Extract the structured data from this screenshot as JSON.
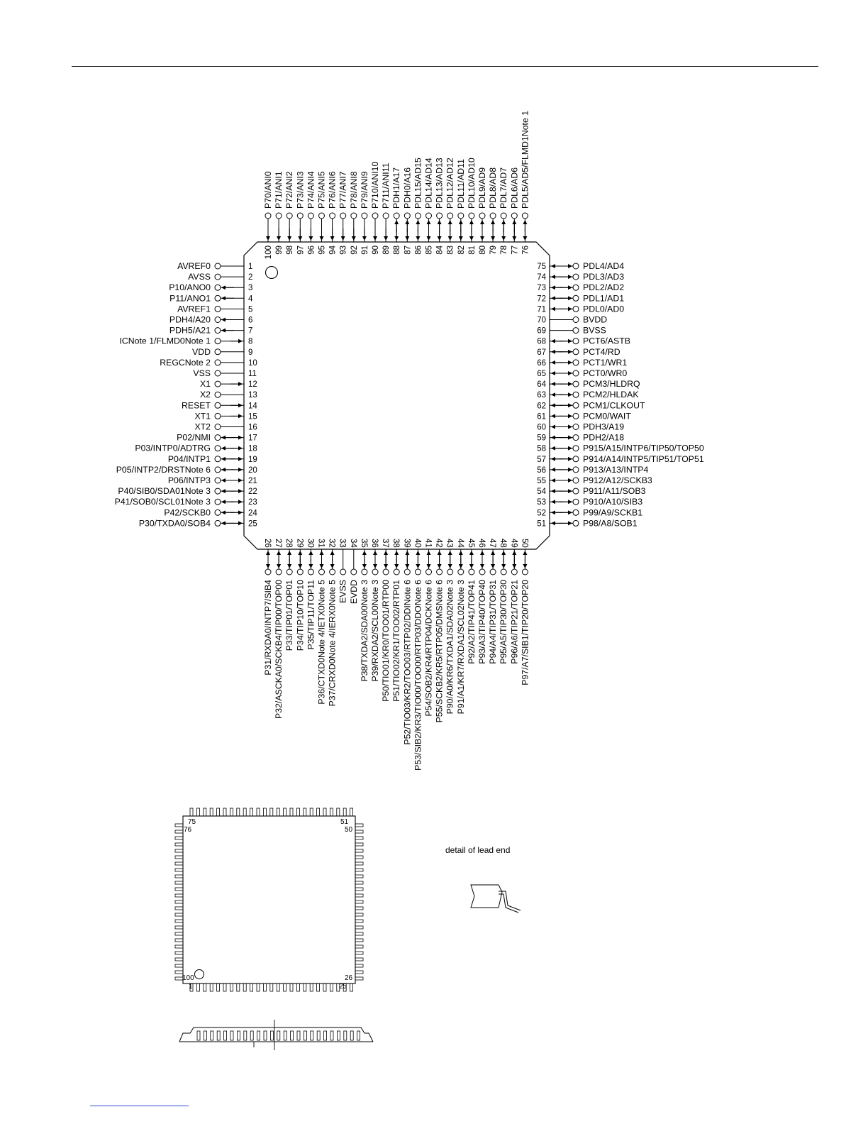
{
  "pinout": {
    "left": [
      {
        "num": "1",
        "label": "AVREF0",
        "dir": "none"
      },
      {
        "num": "2",
        "label": "AVSS",
        "dir": "none"
      },
      {
        "num": "3",
        "label": "P10/ANO0",
        "dir": "out"
      },
      {
        "num": "4",
        "label": "P11/ANO1",
        "dir": "out"
      },
      {
        "num": "5",
        "label": "AVREF1",
        "dir": "none"
      },
      {
        "num": "6",
        "label": "PDH4/A20",
        "dir": "out"
      },
      {
        "num": "7",
        "label": "PDH5/A21",
        "dir": "out"
      },
      {
        "num": "8",
        "label": "ICNote 1/FLMD0Note 1",
        "dir": "in"
      },
      {
        "num": "9",
        "label": "VDD",
        "dir": "none"
      },
      {
        "num": "10",
        "label": "REGCNote 2",
        "dir": "none"
      },
      {
        "num": "11",
        "label": "VSS",
        "dir": "none"
      },
      {
        "num": "12",
        "label": "X1",
        "dir": "in"
      },
      {
        "num": "13",
        "label": "X2",
        "dir": "none"
      },
      {
        "num": "14",
        "label": "RESET",
        "dir": "in"
      },
      {
        "num": "15",
        "label": "XT1",
        "dir": "in"
      },
      {
        "num": "16",
        "label": "XT2",
        "dir": "none"
      },
      {
        "num": "17",
        "label": "P02/NMI",
        "dir": "bi"
      },
      {
        "num": "18",
        "label": "P03/INTP0/ADTRG",
        "dir": "bi"
      },
      {
        "num": "19",
        "label": "P04/INTP1",
        "dir": "bi"
      },
      {
        "num": "20",
        "label": "P05/INTP2/DRSTNote 6",
        "dir": "bi"
      },
      {
        "num": "21",
        "label": "P06/INTP3",
        "dir": "bi"
      },
      {
        "num": "22",
        "label": "P40/SIB0/SDA01Note 3",
        "dir": "bi"
      },
      {
        "num": "23",
        "label": "P41/SOB0/SCL01Note 3",
        "dir": "bi"
      },
      {
        "num": "24",
        "label": "P42/SCKB0",
        "dir": "bi"
      },
      {
        "num": "25",
        "label": "P30/TXDA0/SOB4",
        "dir": "bi"
      }
    ],
    "right": [
      {
        "num": "75",
        "label": "PDL4/AD4",
        "dir": "bi"
      },
      {
        "num": "74",
        "label": "PDL3/AD3",
        "dir": "bi"
      },
      {
        "num": "73",
        "label": "PDL2/AD2",
        "dir": "bi"
      },
      {
        "num": "72",
        "label": "PDL1/AD1",
        "dir": "bi"
      },
      {
        "num": "71",
        "label": "PDL0/AD0",
        "dir": "bi"
      },
      {
        "num": "70",
        "label": "BVDD",
        "dir": "none"
      },
      {
        "num": "69",
        "label": "BVSS",
        "dir": "none"
      },
      {
        "num": "68",
        "label": "PCT6/ASTB",
        "dir": "bi"
      },
      {
        "num": "67",
        "label": "PCT4/RD",
        "dir": "bi"
      },
      {
        "num": "66",
        "label": "PCT1/WR1",
        "dir": "bi"
      },
      {
        "num": "65",
        "label": "PCT0/WR0",
        "dir": "bi"
      },
      {
        "num": "64",
        "label": "PCM3/HLDRQ",
        "dir": "bi"
      },
      {
        "num": "63",
        "label": "PCM2/HLDAK",
        "dir": "bi"
      },
      {
        "num": "62",
        "label": "PCM1/CLKOUT",
        "dir": "bi"
      },
      {
        "num": "61",
        "label": "PCM0/WAIT",
        "dir": "bi"
      },
      {
        "num": "60",
        "label": "PDH3/A19",
        "dir": "bi"
      },
      {
        "num": "59",
        "label": "PDH2/A18",
        "dir": "bi"
      },
      {
        "num": "58",
        "label": "P915/A15/INTP6/TIP50/TOP50",
        "dir": "bi"
      },
      {
        "num": "57",
        "label": "P914/A14/INTP5/TIP51/TOP51",
        "dir": "bi"
      },
      {
        "num": "56",
        "label": "P913/A13/INTP4",
        "dir": "bi"
      },
      {
        "num": "55",
        "label": "P912/A12/SCKB3",
        "dir": "bi"
      },
      {
        "num": "54",
        "label": "P911/A11/SOB3",
        "dir": "bi"
      },
      {
        "num": "53",
        "label": "P910/A10/SIB3",
        "dir": "bi"
      },
      {
        "num": "52",
        "label": "P99/A9/SCKB1",
        "dir": "bi"
      },
      {
        "num": "51",
        "label": "P98/A8/SOB1",
        "dir": "bi"
      }
    ],
    "top": [
      {
        "num": "100",
        "label": "P70/ANI0",
        "dir": "in"
      },
      {
        "num": "99",
        "label": "P71/ANI1",
        "dir": "in"
      },
      {
        "num": "98",
        "label": "P72/ANI2",
        "dir": "in"
      },
      {
        "num": "97",
        "label": "P73/ANI3",
        "dir": "in"
      },
      {
        "num": "96",
        "label": "P74/ANI4",
        "dir": "in"
      },
      {
        "num": "95",
        "label": "P75/ANI5",
        "dir": "in"
      },
      {
        "num": "94",
        "label": "P76/ANI6",
        "dir": "in"
      },
      {
        "num": "93",
        "label": "P77/ANI7",
        "dir": "in"
      },
      {
        "num": "92",
        "label": "P78/ANI8",
        "dir": "in"
      },
      {
        "num": "91",
        "label": "P79/ANI9",
        "dir": "in"
      },
      {
        "num": "90",
        "label": "P710/ANI10",
        "dir": "in"
      },
      {
        "num": "89",
        "label": "P711/ANI11",
        "dir": "in"
      },
      {
        "num": "88",
        "label": "PDH1/A17",
        "dir": "bi"
      },
      {
        "num": "87",
        "label": "PDH0/A16",
        "dir": "bi"
      },
      {
        "num": "86",
        "label": "PDL15/AD15",
        "dir": "bi"
      },
      {
        "num": "85",
        "label": "PDL14/AD14",
        "dir": "bi"
      },
      {
        "num": "84",
        "label": "PDL13/AD13",
        "dir": "bi"
      },
      {
        "num": "83",
        "label": "PDL12/AD12",
        "dir": "bi"
      },
      {
        "num": "82",
        "label": "PDL11/AD11",
        "dir": "bi"
      },
      {
        "num": "81",
        "label": "PDL10/AD10",
        "dir": "bi"
      },
      {
        "num": "80",
        "label": "PDL9/AD9",
        "dir": "bi"
      },
      {
        "num": "79",
        "label": "PDL8/AD8",
        "dir": "bi"
      },
      {
        "num": "78",
        "label": "PDL7/AD7",
        "dir": "bi"
      },
      {
        "num": "77",
        "label": "PDL6/AD6",
        "dir": "bi"
      },
      {
        "num": "76",
        "label": "PDL5/AD5/FLMD1Note 1",
        "dir": "bi"
      }
    ],
    "bottom": [
      {
        "num": "26",
        "label": "P31/RXDA0/INTP7/SIB4",
        "dir": "bi"
      },
      {
        "num": "27",
        "label": "P32/ASCKA0/SCKB4/TIP00/TOP00",
        "dir": "bi"
      },
      {
        "num": "28",
        "label": "P33/TIP01/TOP01",
        "dir": "bi"
      },
      {
        "num": "29",
        "label": "P34/TIP10/TOP10",
        "dir": "bi"
      },
      {
        "num": "30",
        "label": "P35/TIP11/TOP11",
        "dir": "bi"
      },
      {
        "num": "31",
        "label": "P36/CTXD0Note 4/IETX0Note 5",
        "dir": "bi"
      },
      {
        "num": "32",
        "label": "P37/CRXD0Note 4/IERX0Note 5",
        "dir": "bi"
      },
      {
        "num": "33",
        "label": "EVSS",
        "dir": "none"
      },
      {
        "num": "34",
        "label": "EVDD",
        "dir": "none"
      },
      {
        "num": "35",
        "label": "P38/TXDA2/SDA00Note 3",
        "dir": "bi"
      },
      {
        "num": "36",
        "label": "P39/RXDA2/SCL00Note 3",
        "dir": "bi"
      },
      {
        "num": "37",
        "label": "P50/TIO01/KR0/TOO01/RTP00",
        "dir": "bi"
      },
      {
        "num": "38",
        "label": "P51/TIO02/KR1/TOO02/RTP01",
        "dir": "bi"
      },
      {
        "num": "39",
        "label": "P52/TIO03/KR2/TOO03/RTP02/DDINote 6",
        "dir": "bi"
      },
      {
        "num": "40",
        "label": "P53/SIB2/KR3/TIO00/TOO00/RTP03/DDONote 6",
        "dir": "bi"
      },
      {
        "num": "41",
        "label": "P54/SOB2/KR4/RTP04/DCKNote 6",
        "dir": "bi"
      },
      {
        "num": "42",
        "label": "P55/SCKB2/KR5/RTP05/DMSNote 6",
        "dir": "bi"
      },
      {
        "num": "43",
        "label": "P90/A0/KR6/TXDA1/SDA02Note 3",
        "dir": "bi"
      },
      {
        "num": "44",
        "label": "P91/A1/KR7/RXDA1/SCL02Note 3",
        "dir": "bi"
      },
      {
        "num": "45",
        "label": "P92/A2/TIP41/TOP41",
        "dir": "bi"
      },
      {
        "num": "46",
        "label": "P93/A3/TIP40/TOP40",
        "dir": "bi"
      },
      {
        "num": "47",
        "label": "P94/A4/TIP31/TOP31",
        "dir": "bi"
      },
      {
        "num": "48",
        "label": "P95/A5/TIP30/TOP30",
        "dir": "bi"
      },
      {
        "num": "49",
        "label": "P96/A6/TIP21/TOP21",
        "dir": "bi"
      },
      {
        "num": "50",
        "label": "P97/A7/SIB1/TIP20/TOP20",
        "dir": "bi"
      }
    ]
  },
  "package": {
    "corner_labels": {
      "tl_top": "75",
      "tl_side": "76",
      "tr_top": "51",
      "tr_side": "50",
      "bl_side": "100",
      "bl_bottom": "1",
      "br_side": "26",
      "br_bottom": "25"
    }
  },
  "detail": {
    "caption": "detail of lead end"
  }
}
